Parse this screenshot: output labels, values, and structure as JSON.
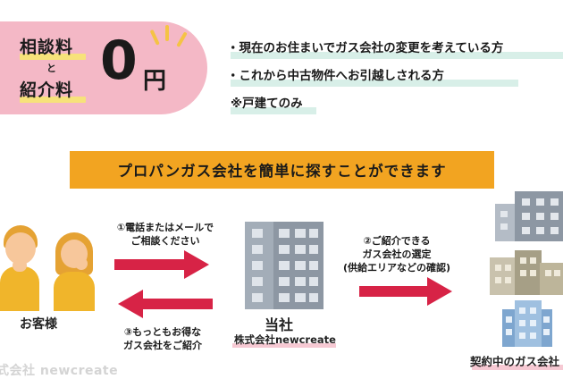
{
  "fees": {
    "consultation_label": "相談料",
    "and_label": "と",
    "introduction_label": "紹介料",
    "amount": "0",
    "currency": "円"
  },
  "conditions": [
    "・現在のお住まいでガス会社の変更を考えている方",
    "・これから中古物件へお引越しされる方",
    "※戸建てのみ"
  ],
  "banner": "プロパンガス会社を簡単に探すことができます",
  "flow": {
    "customers_label": "お客様",
    "step1": [
      "①電話またはメールで",
      "ご相談ください"
    ],
    "step2": [
      "②ご紹介できる",
      "ガス会社の選定",
      "(供給エリアなどの確認)"
    ],
    "step3": [
      "③もっともお得な",
      "ガス会社をご紹介"
    ],
    "company_name": "当社",
    "company_sub": "株式会社newcreate",
    "gas_companies_label": "契約中のガス会社"
  },
  "footer_logo": "式会社 newcreate",
  "colors": {
    "pink": "#f4b8c6",
    "orange": "#f2a421",
    "red_arrow": "#d72346",
    "mint_highlight": "#d8efe8",
    "yellow_underline": "#f7e27a"
  }
}
